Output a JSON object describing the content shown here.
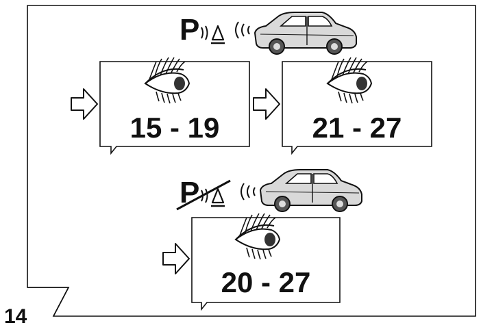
{
  "figure": {
    "number": "14"
  },
  "panels": [
    {
      "range": "15 - 19"
    },
    {
      "range": "21 - 27"
    },
    {
      "range": "20 - 27"
    }
  ],
  "icons": {
    "parking": "parking-sensor-icon",
    "parking_off": "parking-sensor-disabled-icon",
    "car": "car-icon",
    "eye": "eye-icon",
    "arrow": "arrow-right-outline-icon"
  },
  "colors": {
    "line": "#111111",
    "car_fill": "#d9d9d9",
    "background": "#ffffff"
  }
}
